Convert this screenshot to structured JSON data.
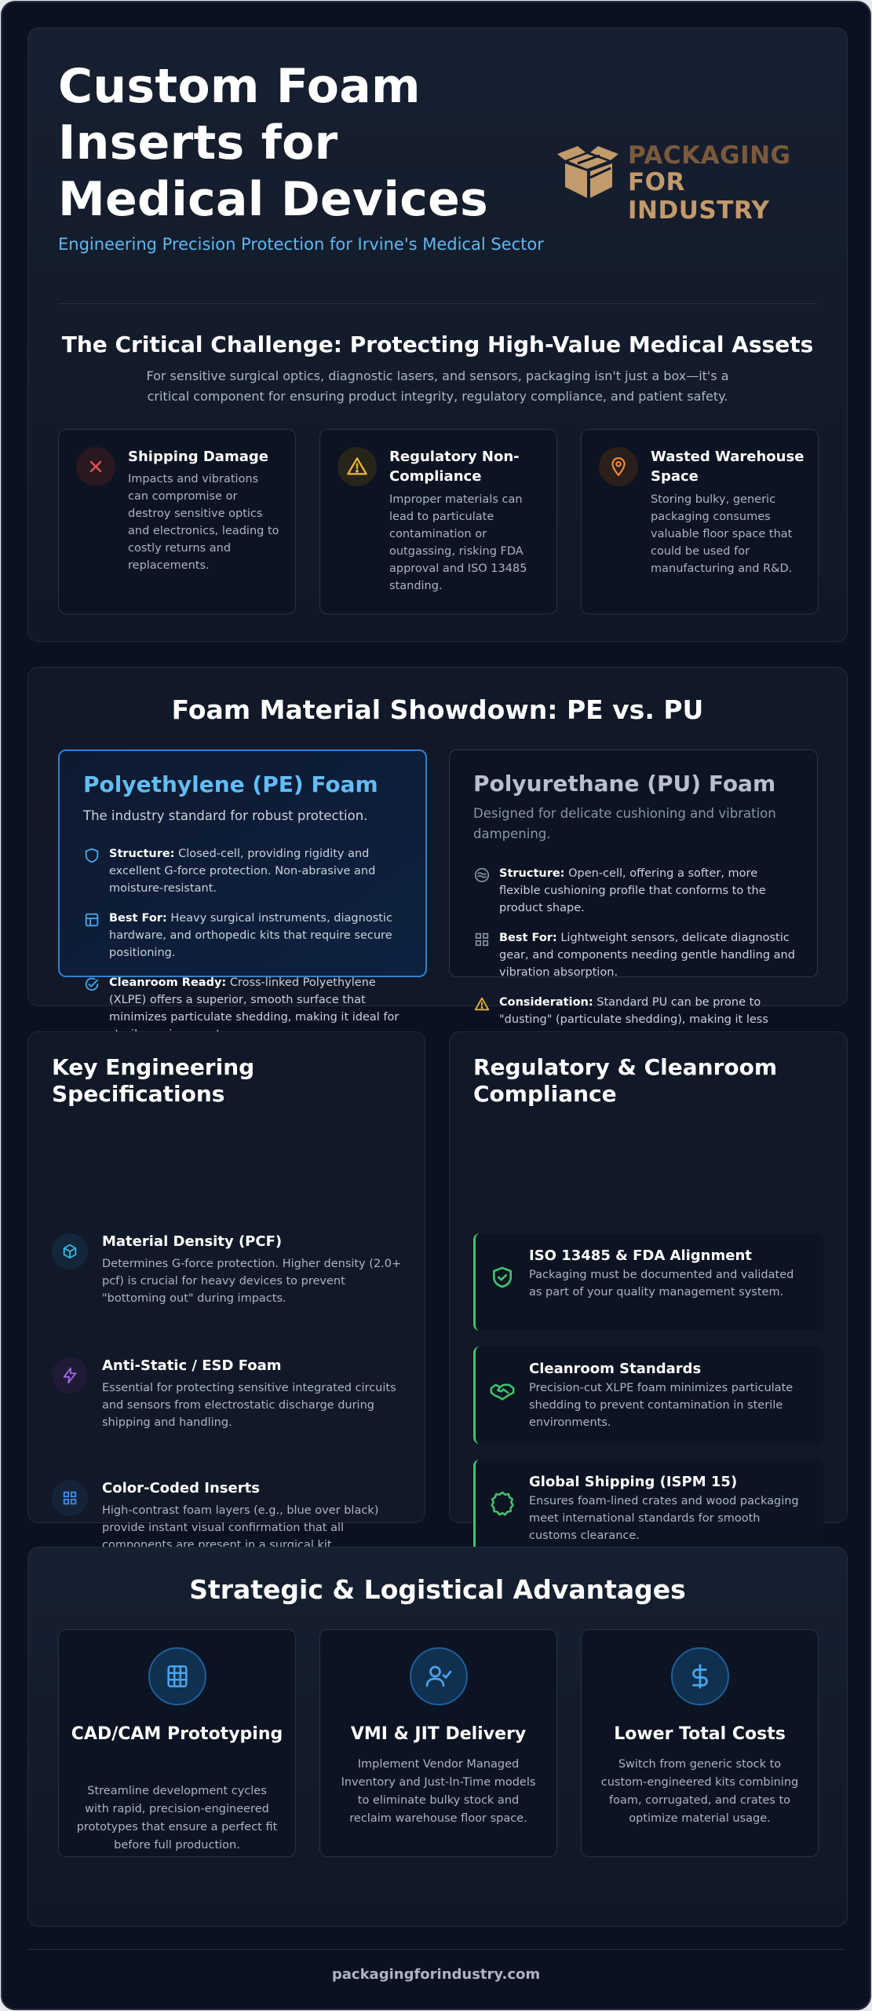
{
  "hero": {
    "title": "Custom Foam Inserts for Medical Devices",
    "subtitle": "Engineering Precision Protection for Irvine's Medical Sector",
    "logo": {
      "line1": "PACKAGING",
      "line2": "FOR INDUSTRY",
      "icon": "open-box-icon",
      "color": "#c39a6b"
    }
  },
  "challenge": {
    "title": "The Critical Challenge: Protecting High-Value Medical Assets",
    "description": "For sensitive surgical optics, diagnostic lasers, and sensors, packaging isn't just a box—it's a critical component for ensuring product integrity, regulatory compliance, and patient safety.",
    "cards": [
      {
        "icon": "close-x-icon",
        "color": "#e05252",
        "title": "Shipping Damage",
        "description": "Impacts and vibrations can compromise or destroy sensitive optics and electronics, leading to costly returns and replacements."
      },
      {
        "icon": "warning-triangle-icon",
        "color": "#e6b53a",
        "title": "Regulatory Non-Compliance",
        "description": "Improper materials can lead to particulate contamination or outgassing, risking FDA approval and ISO 13485 standing."
      },
      {
        "icon": "map-pin-icon",
        "color": "#f08a3c",
        "title": "Wasted Warehouse Space",
        "description": "Storing bulky, generic packaging consumes valuable floor space that could be used for manufacturing and R&D."
      }
    ]
  },
  "foam": {
    "title": "Foam Material Showdown: PE vs. PU",
    "pe": {
      "name": "Polyethylene (PE) Foam",
      "tagline": "The industry standard for robust protection.",
      "features": [
        {
          "icon": "shield-icon",
          "label": "Structure:",
          "text": "Closed-cell, providing rigidity and excellent G-force protection. Non-abrasive and moisture-resistant."
        },
        {
          "icon": "layout-panel-icon",
          "label": "Best For:",
          "text": "Heavy surgical instruments, diagnostic hardware, and orthopedic kits that require secure positioning."
        },
        {
          "icon": "check-circle-icon",
          "label": "Cleanroom Ready:",
          "text": "Cross-linked Polyethylene (XLPE) offers a superior, smooth surface that minimizes particulate shedding, making it ideal for sterile environments."
        }
      ]
    },
    "pu": {
      "name": "Polyurethane (PU) Foam",
      "tagline": "Designed for delicate cushioning and vibration dampening.",
      "features": [
        {
          "icon": "wave-circle-icon",
          "label": "Structure:",
          "text": "Open-cell, offering a softer, more flexible cushioning profile that conforms to the product shape."
        },
        {
          "icon": "grid-icon",
          "label": "Best For:",
          "text": "Lightweight sensors, delicate diagnostic gear, and components needing gentle handling and vibration absorption."
        },
        {
          "icon": "warning-triangle-icon",
          "label": "Consideration:",
          "text": "Standard PU can be prone to \"dusting\" (particulate shedding), making it less suitable for high-purity cleanroom applications without special treatment."
        }
      ]
    }
  },
  "specs": {
    "title": "Key Engineering Specifications",
    "items": [
      {
        "icon": "cube-icon",
        "color": "#35b9e0",
        "title": "Material Density (PCF)",
        "description": "Determines G-force protection. Higher density (2.0+ pcf) is crucial for heavy devices to prevent \"bottoming out\" during impacts."
      },
      {
        "icon": "lightning-icon",
        "color": "#a06ae8",
        "title": "Anti-Static / ESD Foam",
        "description": "Essential for protecting sensitive integrated circuits and sensors from electrostatic discharge during shipping and handling."
      },
      {
        "icon": "grid-icon",
        "color": "#3d8ee8",
        "title": "Color-Coded Inserts",
        "description": "High-contrast foam layers (e.g., blue over black) provide instant visual confirmation that all components are present in a surgical kit."
      }
    ]
  },
  "compliance": {
    "title": "Regulatory & Cleanroom Compliance",
    "items": [
      {
        "icon": "shield-check-icon",
        "title": "ISO 13485 & FDA Alignment",
        "description": "Packaging must be documented and validated as part of your quality management system."
      },
      {
        "icon": "handshake-icon",
        "title": "Cleanroom Standards",
        "description": "Precision-cut XLPE foam minimizes particulate shedding to prevent contamination in sterile environments."
      },
      {
        "icon": "badge-icon",
        "title": "Global Shipping (ISPM 15)",
        "description": "Ensures foam-lined crates and wood packaging meet international standards for smooth customs clearance."
      }
    ]
  },
  "advantages": {
    "title": "Strategic & Logistical Advantages",
    "items": [
      {
        "icon": "calculator-grid-icon",
        "title": "CAD/CAM Prototyping",
        "description": "Streamline development cycles with rapid, precision-engineered prototypes that ensure a perfect fit before full production."
      },
      {
        "icon": "user-check-icon",
        "title": "VMI & JIT Delivery",
        "description": "Implement Vendor Managed Inventory and Just-In-Time models to eliminate bulky stock and reclaim warehouse floor space."
      },
      {
        "icon": "dollar-icon",
        "title": "Lower Total Costs",
        "description": "Switch from generic stock to custom-engineered kits combining foam, corrugated, and crates to optimize material usage."
      }
    ]
  },
  "footer": {
    "url": "packagingforindustry.com"
  }
}
